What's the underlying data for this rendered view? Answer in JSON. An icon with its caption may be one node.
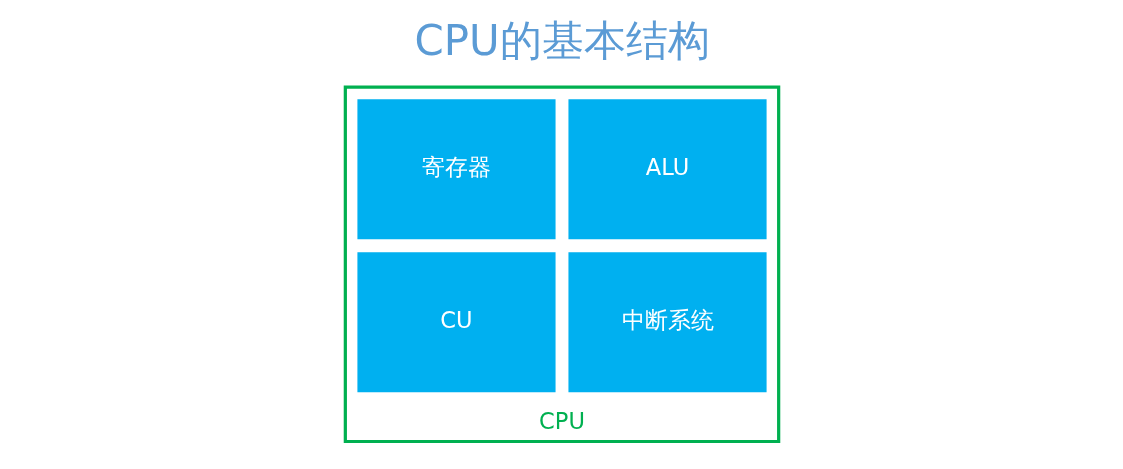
{
  "diagram": {
    "title": "CPU的基本结构",
    "nodes": [
      {
        "text": [
          "CPU"
        ]
      },
      {
        "text": [
          "ALU"
        ],
        "in": 0
      },
      {
        "text": [
          "寄存器"
        ],
        "in": 0
      },
      {
        "text": [
          "中断系统"
        ],
        "in": 0
      },
      {
        "text": [
          "CU"
        ],
        "in": 0
      }
    ],
    "edges": []
  }
}
